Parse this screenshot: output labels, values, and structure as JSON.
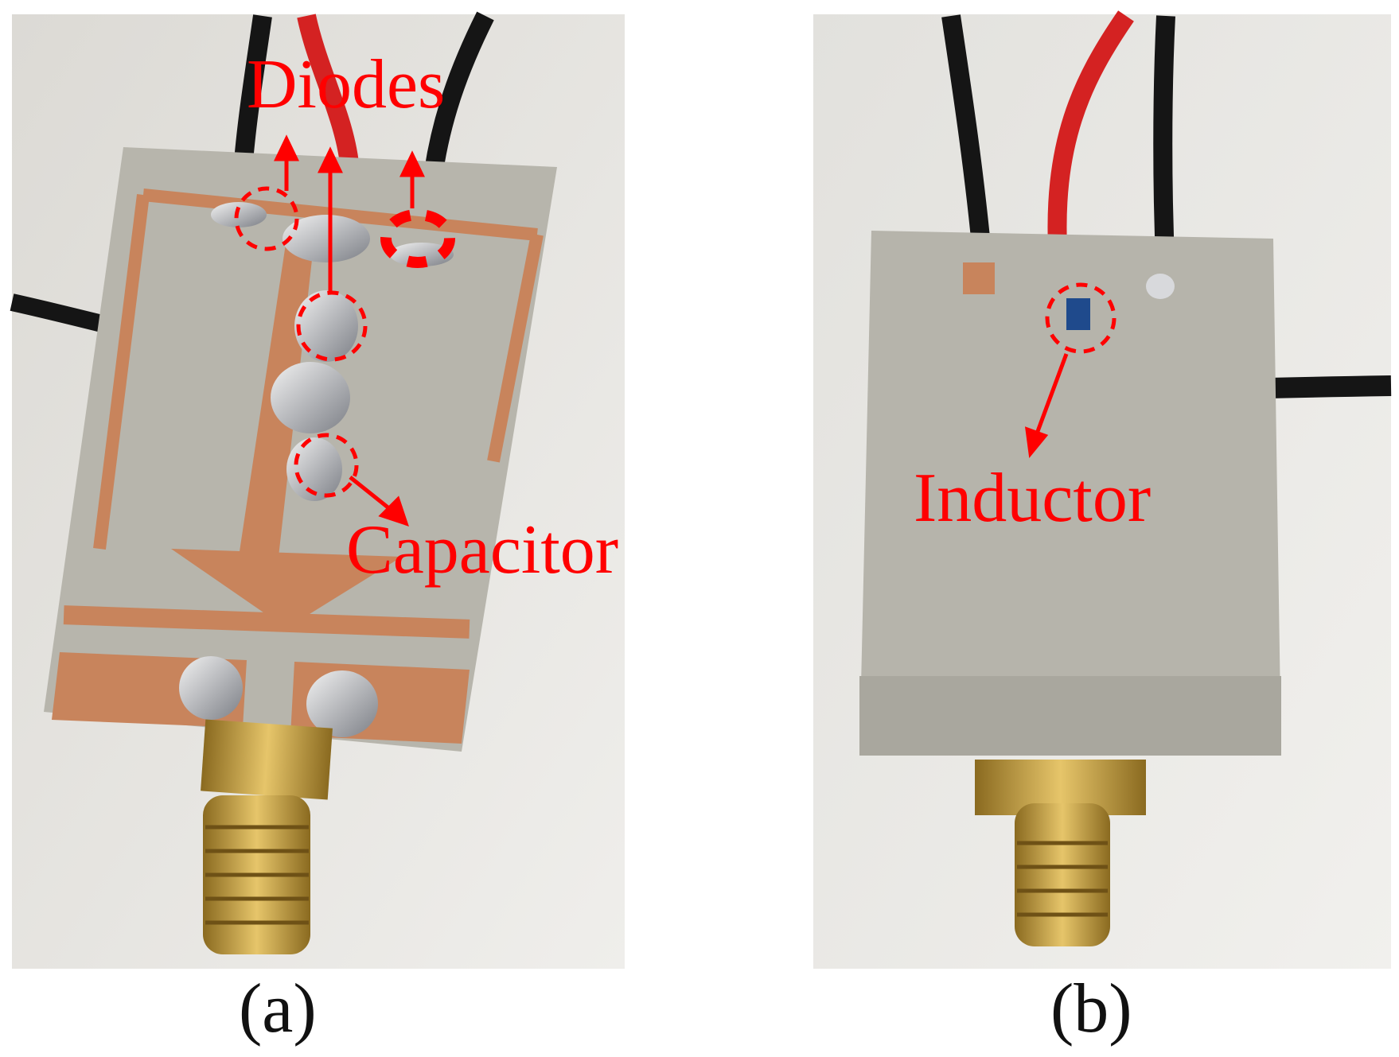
{
  "panels": [
    {
      "caption": "(a)",
      "annotations": {
        "diodes": "Diodes",
        "capacitor": "Capacitor"
      }
    },
    {
      "caption": "(b)",
      "annotations": {
        "inductor": "Inductor"
      }
    }
  ],
  "colors": {
    "annotation": "#ff0000",
    "board": "#b7b5ac",
    "copper": "#c8845c",
    "background": "#e9e8e4",
    "connector": "#c9a24a"
  }
}
